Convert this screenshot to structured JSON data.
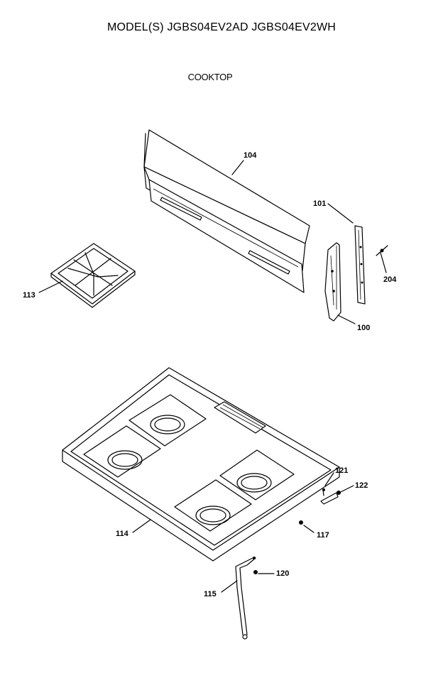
{
  "header": {
    "models": "MODEL(S) JGBS04EV2AD  JGBS04EV2WH",
    "section": "COOKTOP"
  },
  "parts": [
    {
      "ref": "104"
    },
    {
      "ref": "101"
    },
    {
      "ref": "204"
    },
    {
      "ref": "100"
    },
    {
      "ref": "113"
    },
    {
      "ref": "121"
    },
    {
      "ref": "122"
    },
    {
      "ref": "117"
    },
    {
      "ref": "114"
    },
    {
      "ref": "120"
    },
    {
      "ref": "115"
    }
  ]
}
